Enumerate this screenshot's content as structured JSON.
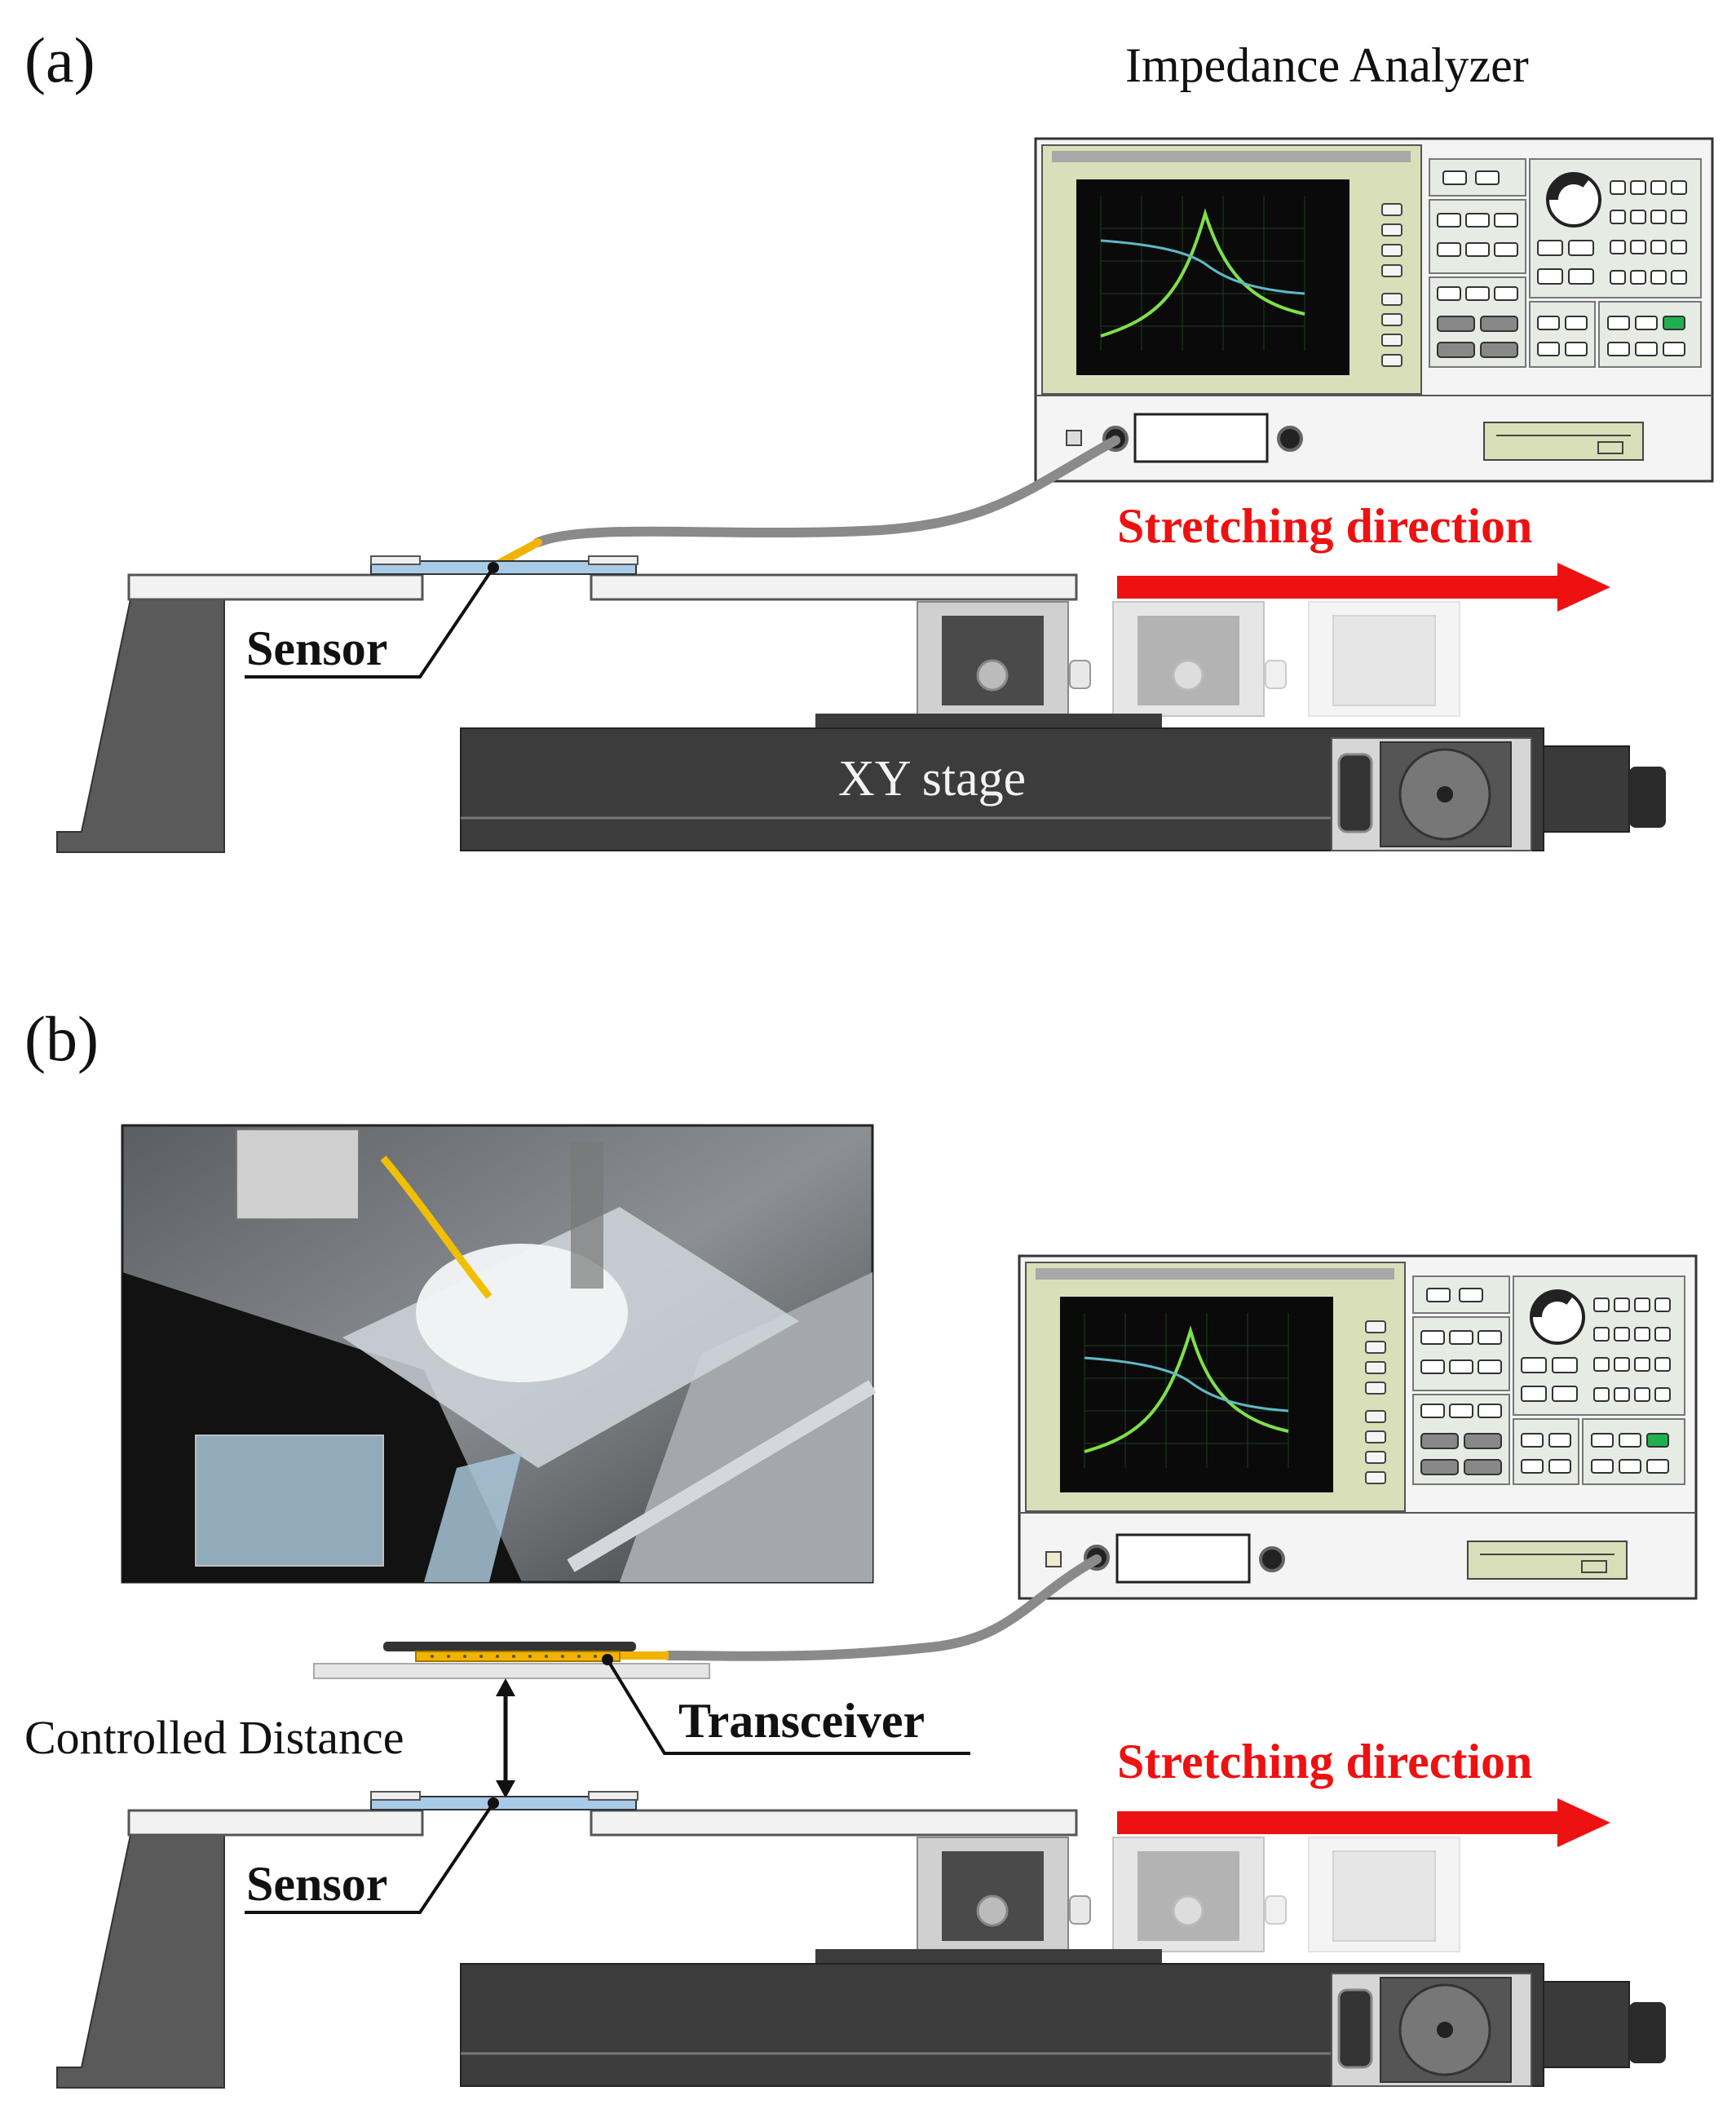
{
  "panels": {
    "a": {
      "label": "(a)",
      "analyzer_title": "Impedance Analyzer",
      "direction_label": "Stretching direction",
      "sensor_label": "Sensor",
      "stage_label": "XY stage"
    },
    "b": {
      "label": "(b)",
      "direction_label": "Stretching direction",
      "sensor_label": "Sensor",
      "transceiver_label": "Transceiver",
      "distance_label": "Controlled Distance"
    }
  },
  "colors": {
    "arrow": "#ee1111",
    "stage_body": "#3c3c3c",
    "analyzer_screen_frame": "#d9dfb8",
    "screen_bg": "#0a0a0a",
    "resonance_curve": "#7fe04a",
    "phase_curve": "#5fb8c8",
    "cable": "#8a8a8a",
    "cable_tip": "#f0b400",
    "sensor_strip": "#a8cbe8"
  },
  "photo": {
    "description_icon": "experimental-setup-photo"
  }
}
